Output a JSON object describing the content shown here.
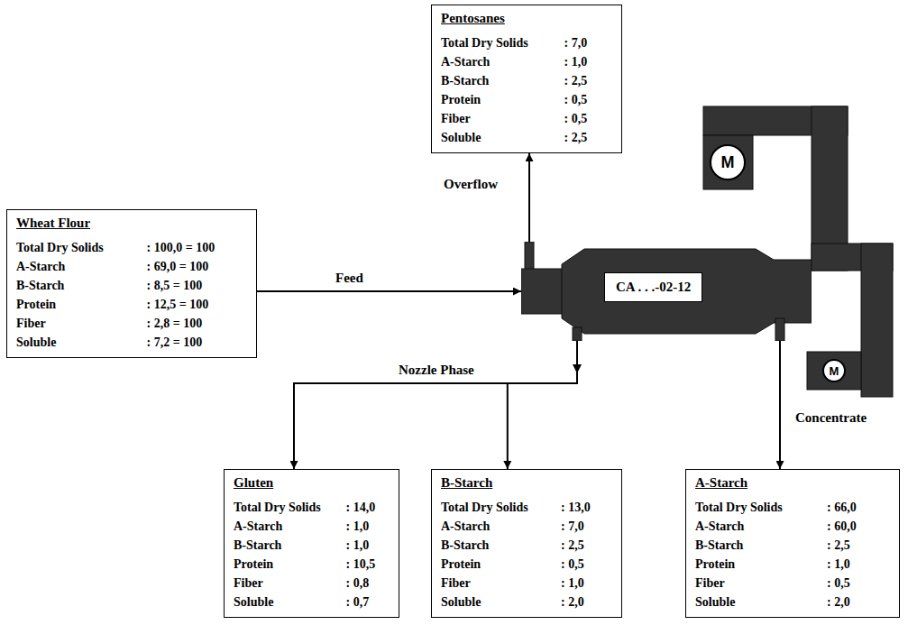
{
  "diagram": {
    "nodes": [
      {
        "text": [
          "Pentosanes",
          "Total Dry Solids",
          ": 7,0",
          "A-Starch",
          ": 1,0",
          "B-Starch",
          ": 2,5",
          "Protein",
          ": 0,5",
          "Fiber",
          ": 0,5",
          "Soluble",
          ": 2,5"
        ]
      },
      {
        "text": [
          "Wheat Flour",
          "Total Dry Solids",
          ": 100,0 = 100",
          "A-Starch",
          ": 69,0 = 100",
          "B-Starch",
          ": 8,5 = 100",
          "Protein",
          ": 12,5 = 100",
          "Fiber",
          ": 2,8 = 100",
          "Soluble",
          ": 7,2 = 100"
        ]
      },
      {
        "text": [
          "CA . . .-02-12"
        ]
      },
      {
        "text": [
          "M"
        ]
      },
      {
        "text": [
          "M"
        ]
      },
      {
        "text": [
          "Gluten",
          "Total Dry Solids",
          ": 14,0",
          "A-Starch",
          ": 1,0",
          "B-Starch",
          ": 1,0",
          "Protein",
          ": 10,5",
          "Fiber",
          ": 0,8",
          "Soluble",
          ": 0,7"
        ]
      },
      {
        "text": [
          "B-Starch",
          "Total Dry Solids",
          ": 13,0",
          "A-Starch",
          ": 7,0",
          "B-Starch",
          ": 2,5",
          "Protein",
          ": 0,5",
          "Fiber",
          ": 1,0",
          "Soluble",
          ": 2,0"
        ]
      },
      {
        "text": [
          "A-Starch",
          "Total Dry Solids",
          ": 66,0",
          "A-Starch",
          ": 60,0",
          "B-Starch",
          ": 2,5",
          "Protein",
          ": 1,0",
          "Fiber",
          ": 0,5",
          "Soluble",
          ": 2,0"
        ]
      }
    ],
    "edges": [
      {
        "from": 1,
        "to": 2,
        "label": "Feed",
        "arrow": "to"
      },
      {
        "from": 2,
        "to": 0,
        "label": "Overflow",
        "arrow": "to"
      },
      {
        "from": 2,
        "to": 5,
        "arrow": "to"
      },
      {
        "from": 2,
        "to": 6,
        "arrow": "to"
      },
      {
        "from": 2,
        "to": 7,
        "label": "Concentrate",
        "arrow": "to"
      }
    ],
    "labels": [
      "Nozzle Phase"
    ]
  }
}
